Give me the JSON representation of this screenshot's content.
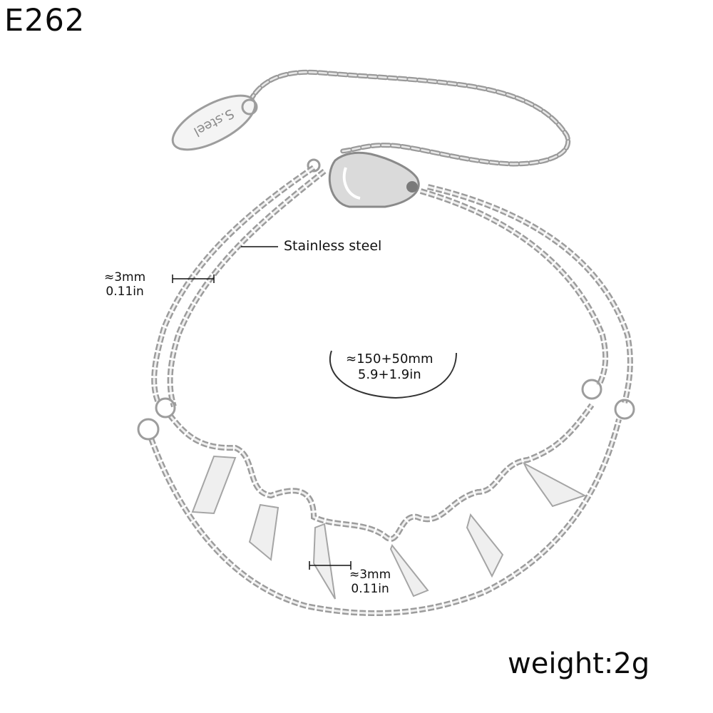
{
  "product": {
    "sku": "E262",
    "weight_label": "weight:2g",
    "tag_engraving": "S.steel"
  },
  "annotations": {
    "material": "Stainless steel",
    "chain_width": {
      "mm": "≈3mm",
      "in": "0.11in"
    },
    "length": {
      "mm": "≈150+50mm",
      "in": "5.9+1.9in"
    },
    "charm_width": {
      "mm": "≈3mm",
      "in": "0.11in"
    }
  },
  "colors": {
    "background": "#ffffff",
    "text": "#111111",
    "metal": "#a8a8a8",
    "metal_dark": "#6e6e6e",
    "charm_fill": "#eeeeee"
  }
}
